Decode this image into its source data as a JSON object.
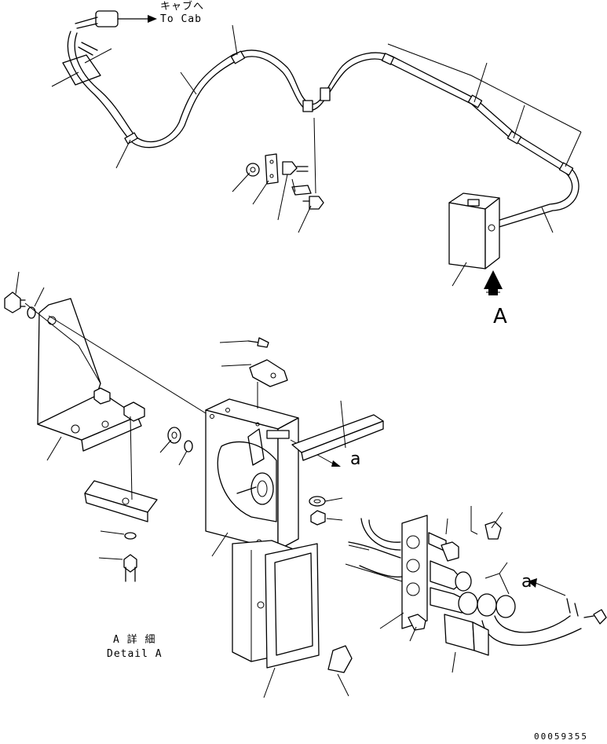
{
  "labels": {
    "to_cab_jp": "キャブへ",
    "to_cab_en": "To Cab",
    "view_a": "A",
    "arrow_a": "a",
    "arrow_a2": "a",
    "detail_jp": "A 詳 細",
    "detail_en": "Detail A",
    "drawing_number": "00059355"
  }
}
